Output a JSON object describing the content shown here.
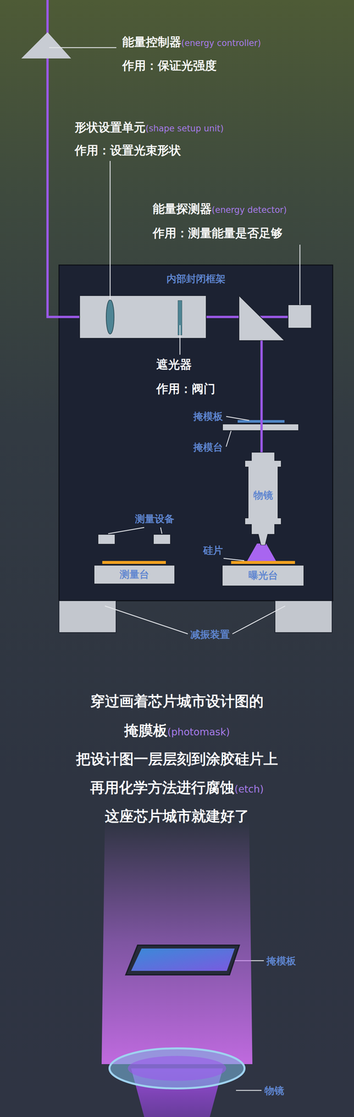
{
  "diagram": {
    "nodes": [
      {
        "text": [
          "内部封闭框架"
        ]
      },
      {
        "text": [
          "物镜"
        ],
        "in": 0
      },
      {
        "text": [
          "测量台"
        ],
        "in": 0
      },
      {
        "text": [
          "曝光台"
        ],
        "in": 0
      }
    ],
    "labels": [
      "能量控制器",
      "(energy controller)",
      "作用：保证光强度",
      "形状设置单元",
      "(shape setup unit)",
      "作用：设置光束形状",
      "能量探测器",
      "(energy detector)",
      "作用：测量能量是否足够",
      "遮光器",
      "作用：阀门",
      "掩模板",
      "掩模台",
      "测量设备",
      "硅片",
      "减振装置",
      "穿过画着芯片城市设计图的",
      "掩膜板",
      "(photomask)",
      "把设计图一层层刻到涂胶硅片上",
      "再用化学方法进行腐蚀",
      "(etch)",
      "这座芯片城市就建好了",
      "掩模板",
      "物镜"
    ]
  }
}
